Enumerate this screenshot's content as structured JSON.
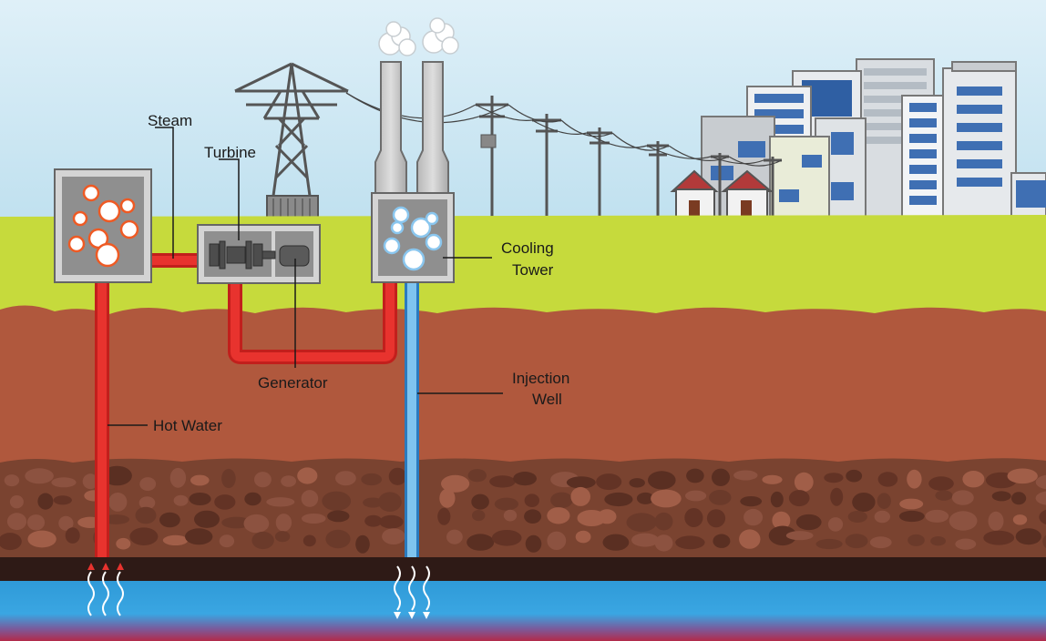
{
  "diagram": {
    "subject": "geothermal-power-plant",
    "labels": {
      "steam": "Steam",
      "turbine": "Turbine",
      "generator": "Generator",
      "hot_water": "Hot Water",
      "cooling_tower_line1": "Cooling",
      "cooling_tower_line2": "Tower",
      "injection_well_line1": "Injection",
      "injection_well_line2": "Well"
    },
    "colors": {
      "sky": "#cfe8f3",
      "grass": "#c6da3c",
      "soil": "#b0583d",
      "rock_layer": "#7a4330",
      "hot_pipe": "#e8332e",
      "cold_pipe": "#4aa3e0",
      "water": "#2f9ad8",
      "magma": "#b32a4a"
    }
  }
}
